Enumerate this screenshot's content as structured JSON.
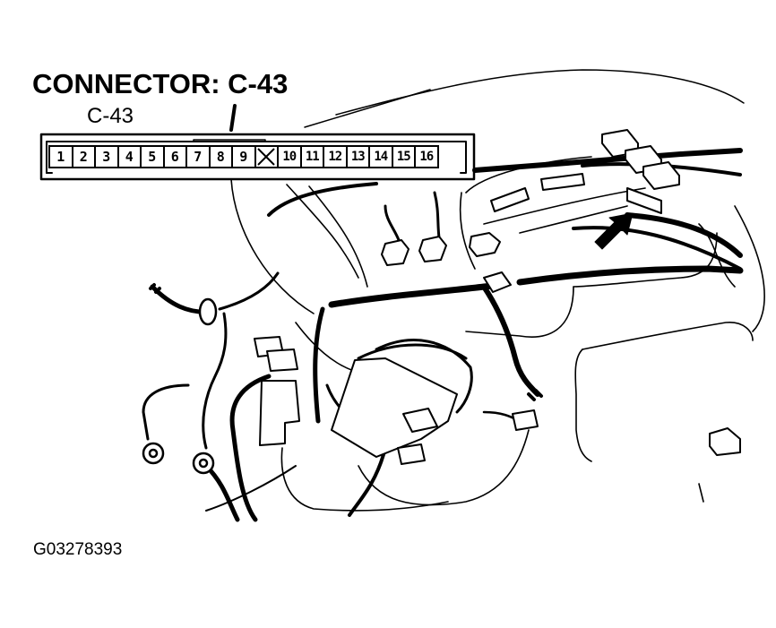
{
  "title": "CONNECTOR: C-43",
  "connector": {
    "label": "C-43",
    "pins": [
      {
        "label": "1",
        "populated": true
      },
      {
        "label": "2",
        "populated": true
      },
      {
        "label": "3",
        "populated": true
      },
      {
        "label": "4",
        "populated": true
      },
      {
        "label": "5",
        "populated": true
      },
      {
        "label": "6",
        "populated": true
      },
      {
        "label": "7",
        "populated": true
      },
      {
        "label": "8",
        "populated": true
      },
      {
        "label": "9",
        "populated": true
      },
      {
        "label": "",
        "populated": false
      },
      {
        "label": "10",
        "populated": true
      },
      {
        "label": "11",
        "populated": true
      },
      {
        "label": "12",
        "populated": true
      },
      {
        "label": "13",
        "populated": true
      },
      {
        "label": "14",
        "populated": true
      },
      {
        "label": "15",
        "populated": true
      },
      {
        "label": "16",
        "populated": true
      }
    ]
  },
  "figure_id": "G03278393",
  "colors": {
    "ink": "#000000",
    "paper": "#ffffff"
  }
}
